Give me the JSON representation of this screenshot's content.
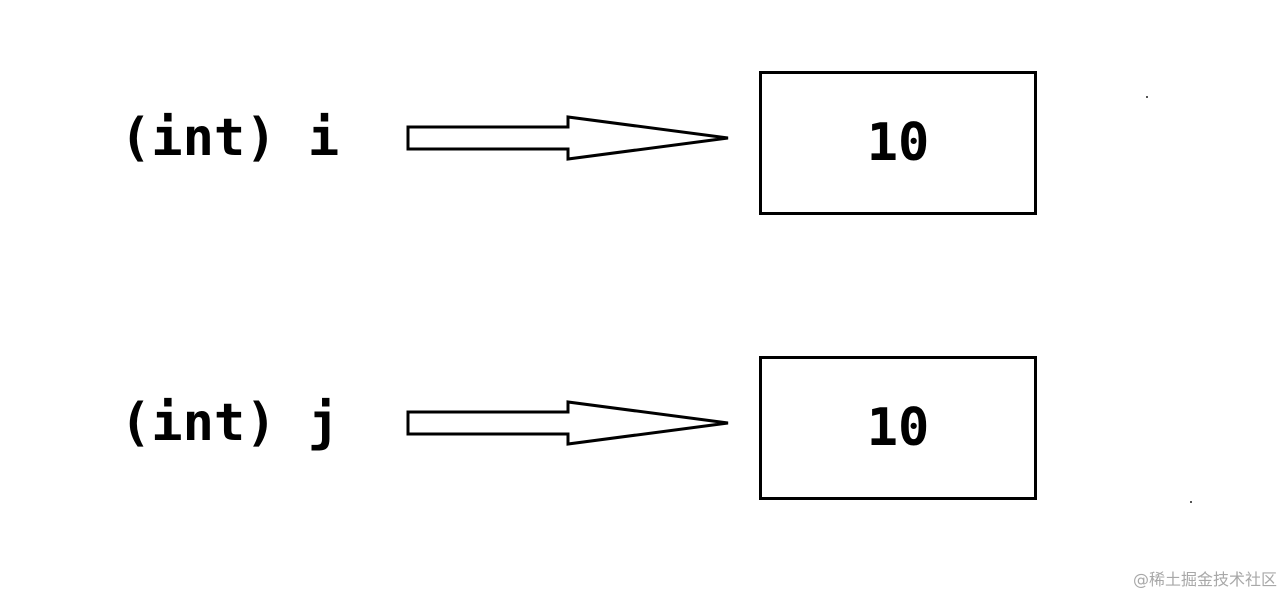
{
  "rows": [
    {
      "label": "(int) i",
      "value": "10"
    },
    {
      "label": "(int) j",
      "value": "10"
    }
  ],
  "watermark": "@稀土掘金技术社区",
  "colors": {
    "stroke": "#000000",
    "background": "#ffffff",
    "watermark": "#a8a8a8"
  }
}
